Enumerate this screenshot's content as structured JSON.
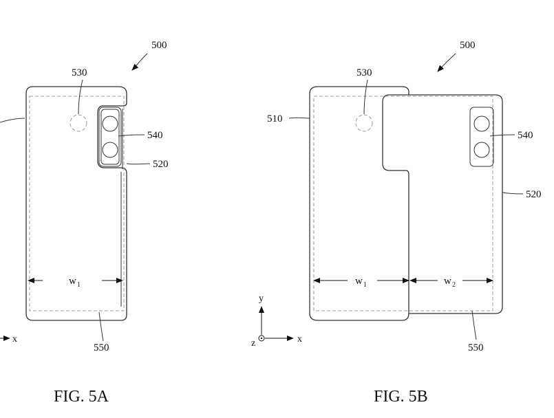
{
  "figure_a": {
    "caption": "FIG. 5A",
    "ref_500": "500",
    "ref_530": "530",
    "ref_540": "540",
    "ref_520": "520",
    "ref_550": "550",
    "width_symbol": "w",
    "width_subscript": "1",
    "axis_x": "x"
  },
  "figure_b": {
    "caption": "FIG. 5B",
    "ref_500": "500",
    "ref_530": "530",
    "ref_510": "510",
    "ref_540": "540",
    "ref_520": "520",
    "ref_550": "550",
    "width1_symbol": "w",
    "width1_subscript": "1",
    "width2_symbol": "w",
    "width2_subscript": "2",
    "axis_x": "x",
    "axis_y": "y",
    "axis_z": "z"
  }
}
